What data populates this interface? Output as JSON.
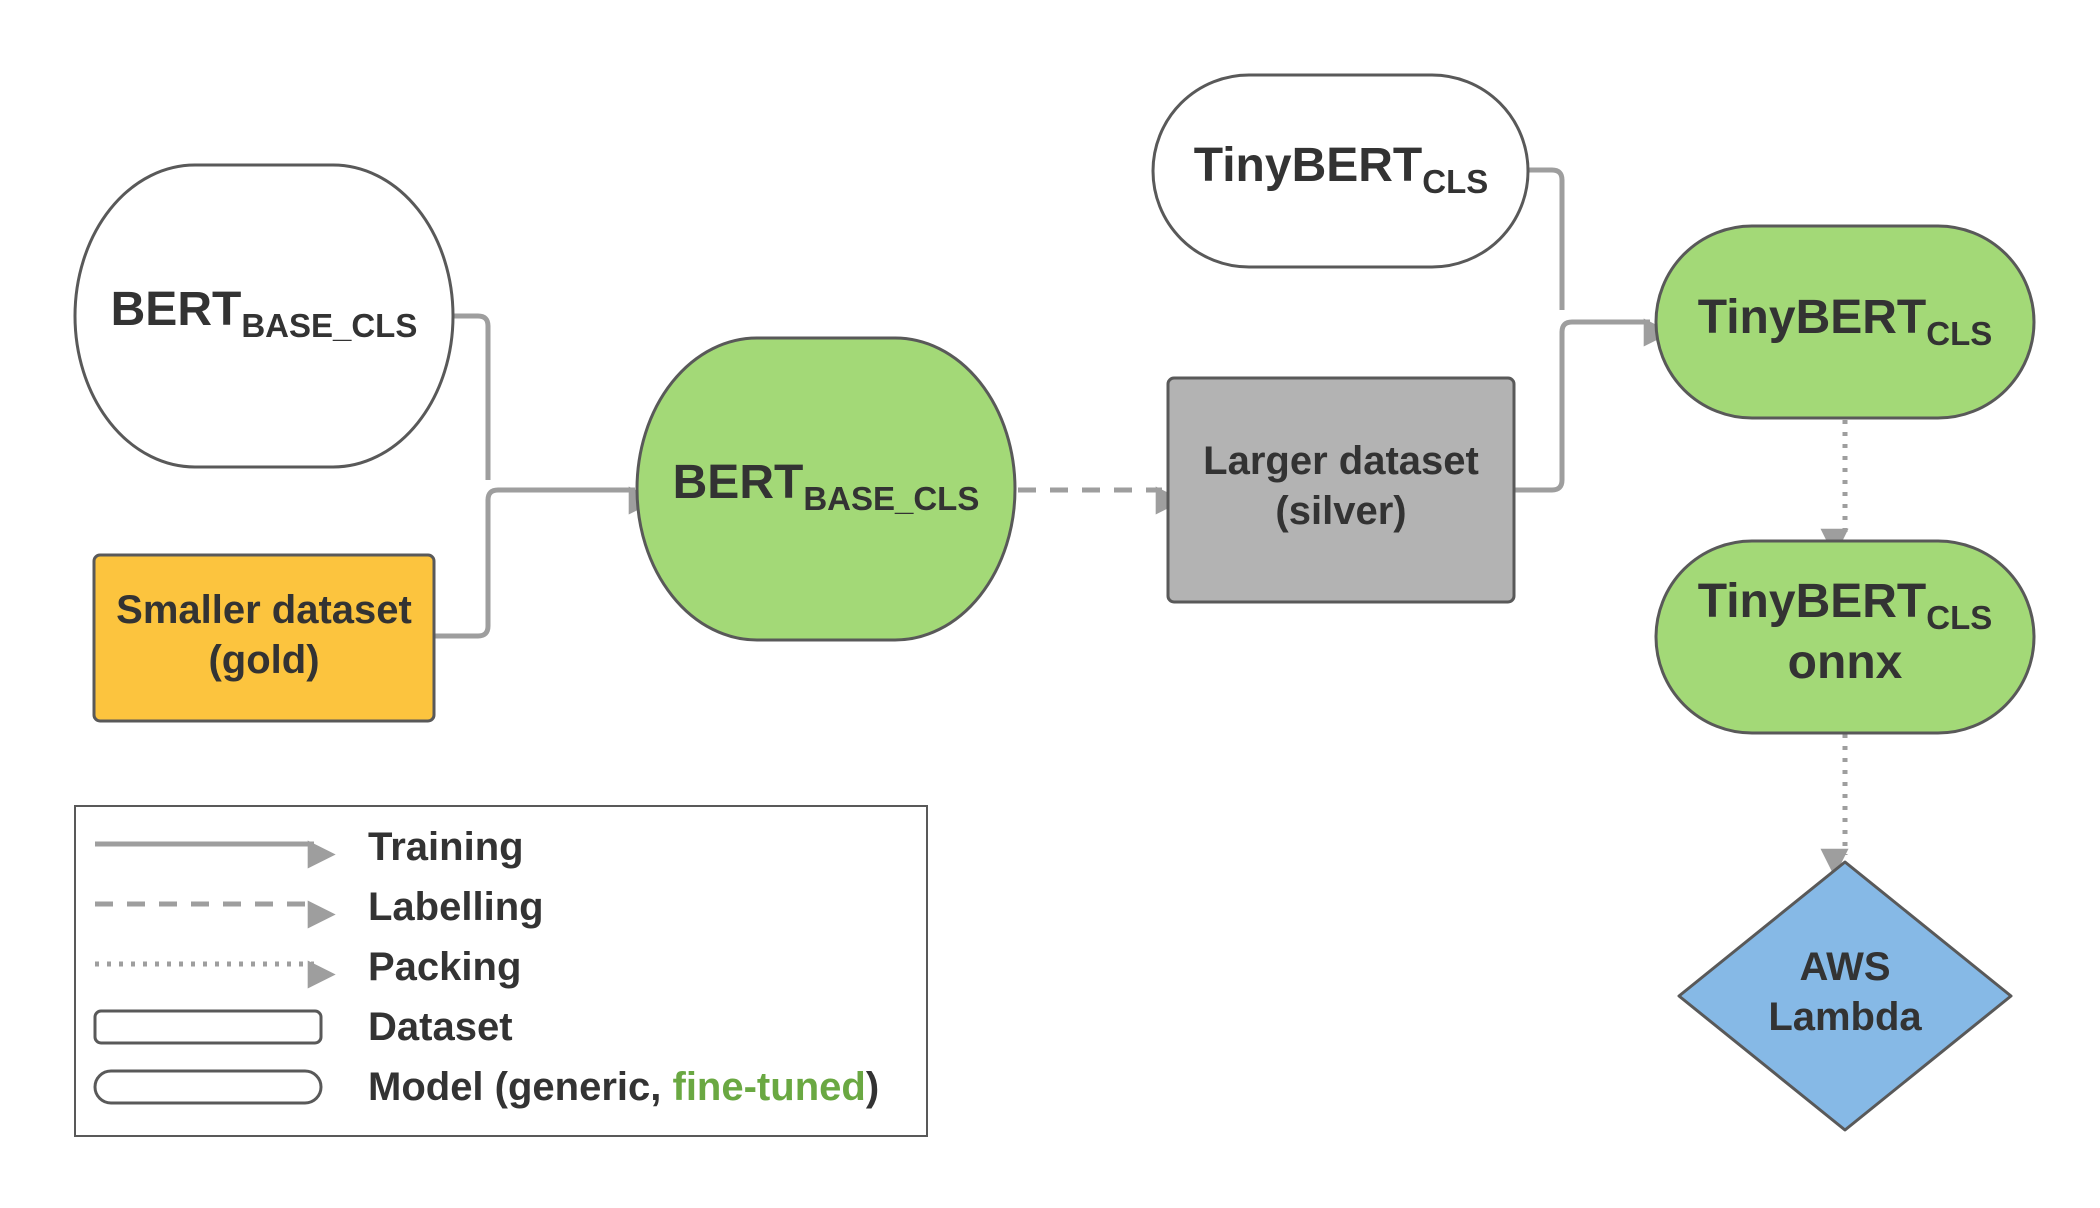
{
  "colors": {
    "green_fill": "#a3d977",
    "gold_fill": "#fcc43e",
    "silver_fill": "#b3b3b3",
    "aws_fill": "#86b9e6",
    "border": "#595959",
    "arrow": "#9e9e9e",
    "fine_tuned_text": "#6aa842"
  },
  "nodes": {
    "bert_generic": {
      "main": "BERT",
      "sub": "BASE_CLS"
    },
    "smaller_dataset": {
      "line1": "Smaller dataset",
      "line2": "(gold)"
    },
    "bert_finetuned": {
      "main": "BERT",
      "sub": "BASE_CLS"
    },
    "larger_dataset": {
      "line1": "Larger dataset",
      "line2": "(silver)"
    },
    "tinybert_generic": {
      "main": "TinyBERT",
      "sub": "CLS"
    },
    "tinybert_finetuned": {
      "main": "TinyBERT",
      "sub": "CLS"
    },
    "tinybert_onnx": {
      "main": "TinyBERT",
      "sub": "CLS",
      "line2": "onnx"
    },
    "aws_lambda": {
      "line1": "AWS",
      "line2": "Lambda"
    }
  },
  "legend": {
    "training": "Training",
    "labelling": "Labelling",
    "packing": "Packing",
    "dataset": "Dataset",
    "model_prefix": "Model (generic, ",
    "model_finetuned": "fine-tuned",
    "model_suffix": ")"
  }
}
